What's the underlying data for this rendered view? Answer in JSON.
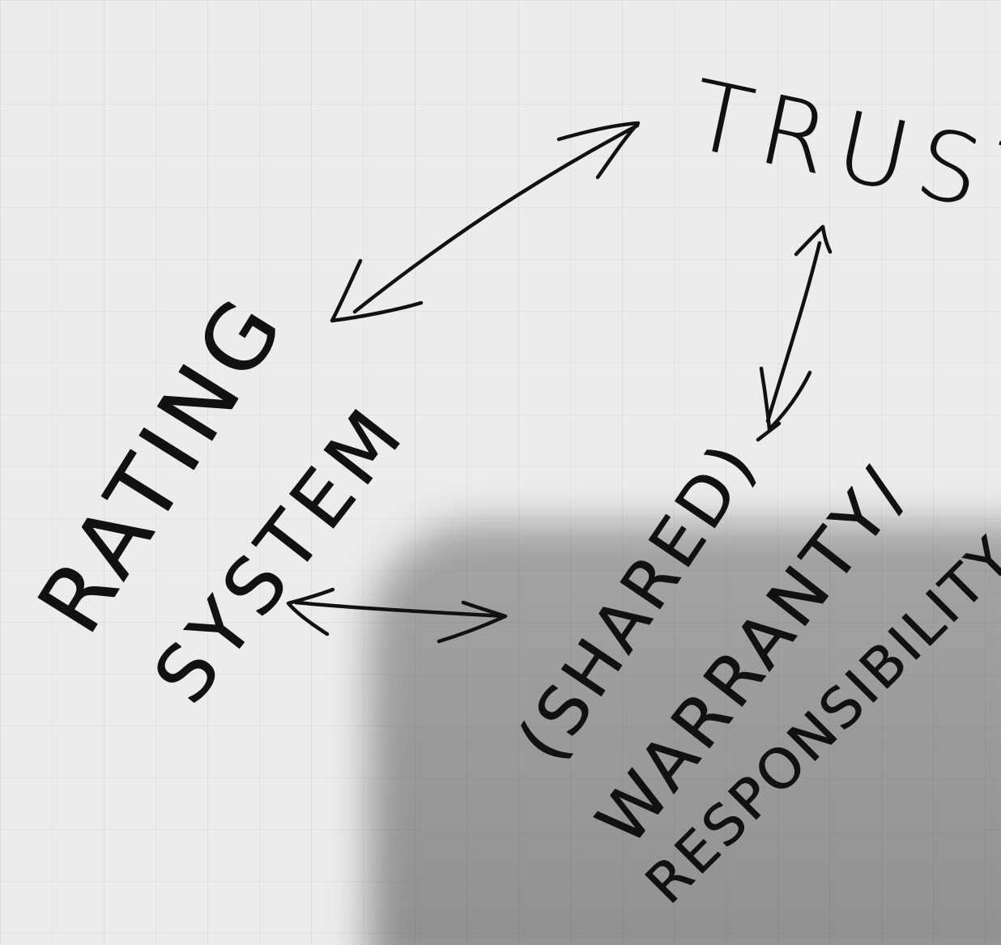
{
  "diagram": {
    "nodes": {
      "trust": "TRUST",
      "rating_line_1": "RATING",
      "rating_line_2": "SYSTEM",
      "warranty_line_1": "(SHARED)",
      "warranty_line_2": "WARRANTY/",
      "warranty_line_3": "RESPONSIBILITY"
    },
    "connections": [
      {
        "from": "RATING SYSTEM",
        "to": "TRUST",
        "direction": "bidirectional"
      },
      {
        "from": "TRUST",
        "to": "(SHARED) WARRANTY/ RESPONSIBILITY",
        "direction": "bidirectional"
      },
      {
        "from": "RATING SYSTEM",
        "to": "(SHARED) WARRANTY/ RESPONSIBILITY",
        "direction": "bidirectional"
      }
    ]
  },
  "style": {
    "ink_color": "#111111",
    "paper_color": "#ececec",
    "grid_color": "#cfcfcf",
    "shadow_color": "#333333"
  }
}
